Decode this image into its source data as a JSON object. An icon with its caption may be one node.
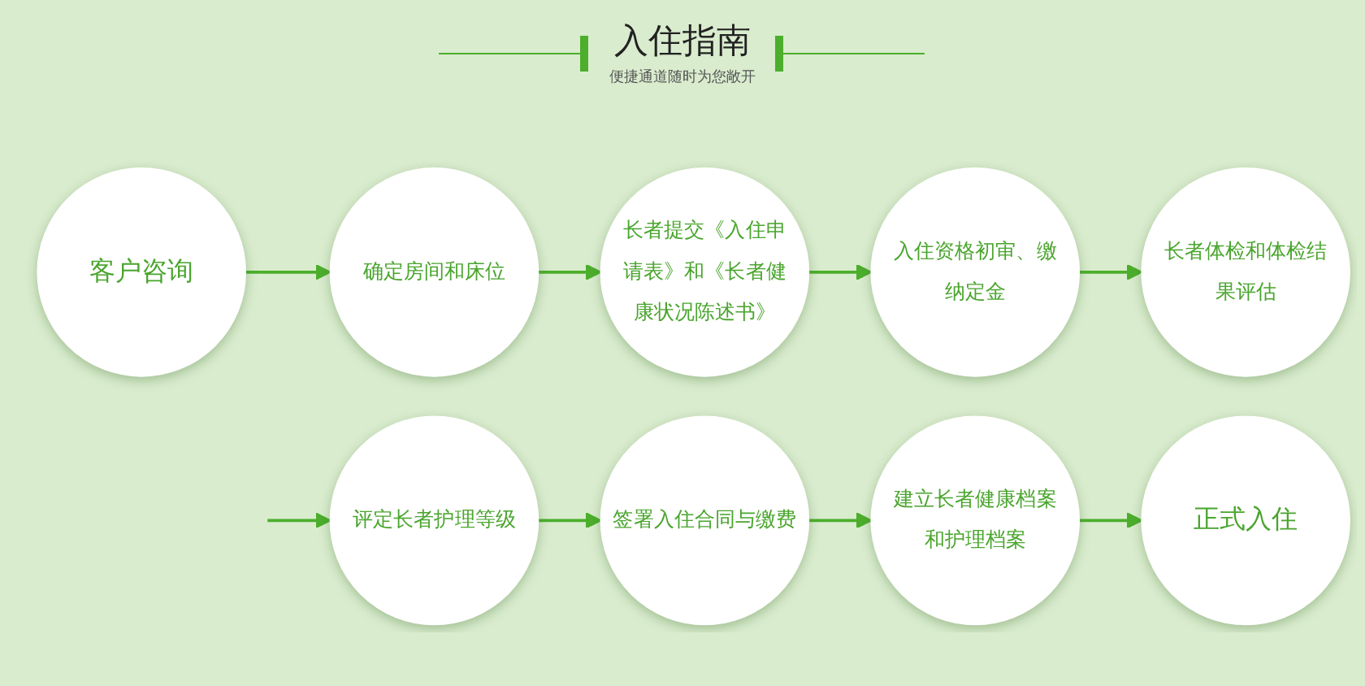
{
  "diagram": {
    "title": "入住指南",
    "nodes": [
      {
        "text": [
          "客户咨询"
        ]
      },
      {
        "text": [
          "确定房间和床位"
        ]
      },
      {
        "text": [
          "长者提交《入住申请表》和《长者健康状况陈述书》"
        ]
      },
      {
        "text": [
          "入住资格初审、缴纳定金"
        ]
      },
      {
        "text": [
          "长者体检和体检结果评估"
        ]
      },
      {
        "text": [
          "评定长者护理等级"
        ]
      },
      {
        "text": [
          "签署入住合同与缴费"
        ]
      },
      {
        "text": [
          "建立长者健康档案和护理档案"
        ]
      },
      {
        "text": [
          "正式入住"
        ]
      }
    ],
    "edges": [
      {
        "from": 0,
        "to": 1,
        "arrow": "to"
      },
      {
        "from": 1,
        "to": 2,
        "arrow": "to"
      },
      {
        "from": 2,
        "to": 3,
        "arrow": "to"
      },
      {
        "from": 3,
        "to": 4,
        "arrow": "to"
      },
      {
        "from": null,
        "to": 5,
        "arrow": "to"
      },
      {
        "from": 5,
        "to": 6,
        "arrow": "to"
      },
      {
        "from": 6,
        "to": 7,
        "arrow": "to"
      },
      {
        "from": 7,
        "to": 8,
        "arrow": "to"
      }
    ],
    "labels": [
      "便捷通道随时为您敞开"
    ]
  }
}
